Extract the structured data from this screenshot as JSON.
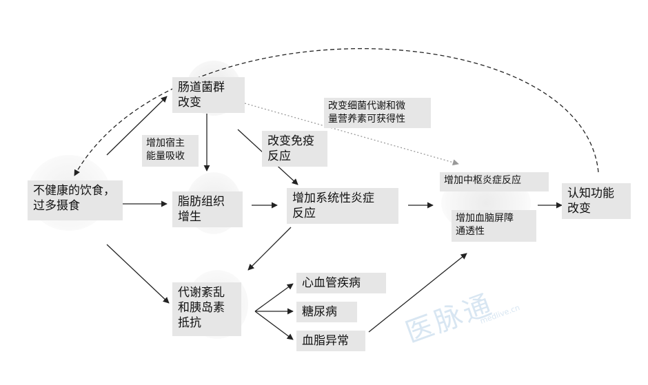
{
  "nodes": {
    "diet": "不健康的饮食，\n过多摄食",
    "gut": "肠道菌群\n改变",
    "host_energy": "增加宿主\n能量吸收",
    "adipose": "脂肪组织\n增生",
    "immune": "改变免疫\n反应",
    "microbial_metabolism": "改变细菌代谢和微\n量营养素可获得性",
    "systemic_inflammation": "增加系统性炎症\n反应",
    "central_inflammation": "增加中枢炎症反应",
    "bbb": "增加血脑屏障\n通透性",
    "cognition": "认知功能\n改变",
    "metabolic": "代谢紊乱\n和胰岛素\n抵抗",
    "cvd": "心血管疾病",
    "diabetes": "糖尿病",
    "dyslipidemia": "血脂异常"
  },
  "colors": {
    "box": "#e6e6e6",
    "line": "#222222",
    "dotted": "#aaaaaa"
  },
  "watermark": {
    "brand": "医脉通",
    "url": "medlive.cn"
  }
}
